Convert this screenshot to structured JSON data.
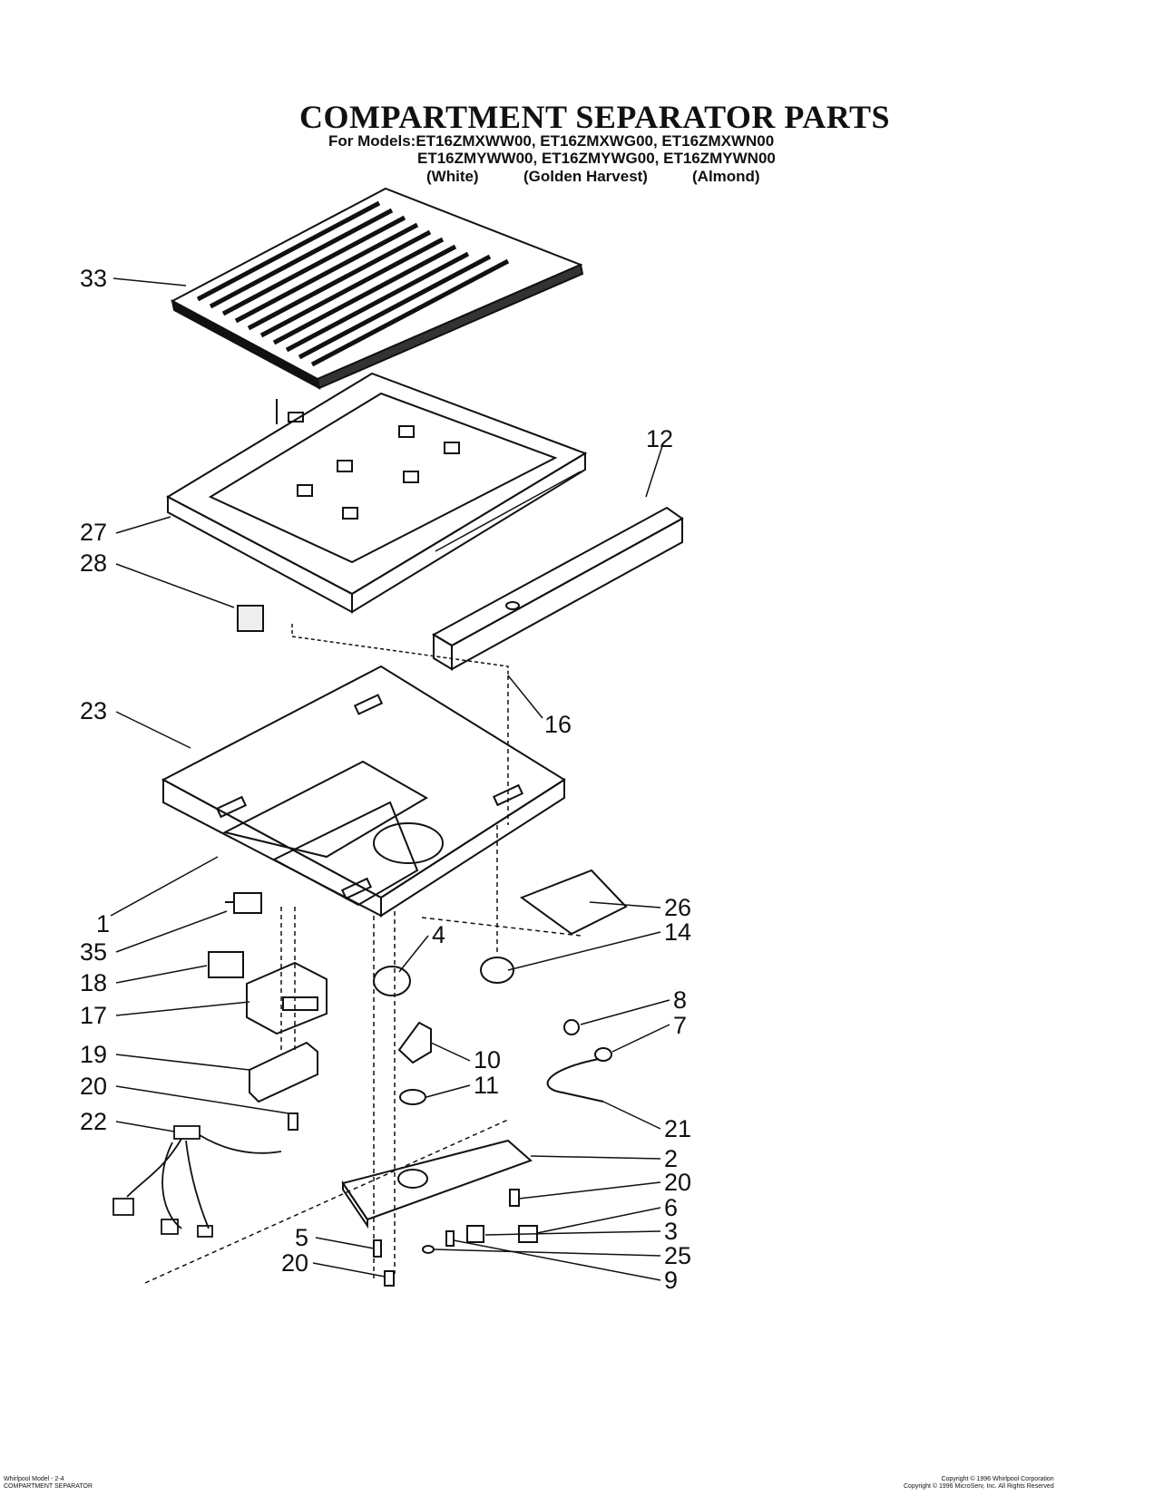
{
  "title": "COMPARTMENT SEPARATOR PARTS",
  "models": {
    "line1": "For Models:ET16ZMXWW00, ET16ZMXWG00, ET16ZMXWN00",
    "line2": "ET16ZMYWW00, ET16ZMYWG00, ET16ZMYWN00",
    "colors": [
      "(White)",
      "(Golden Harvest)",
      "(Almond)"
    ]
  },
  "callouts": [
    "33",
    "12",
    "27",
    "28",
    "16",
    "23",
    "1",
    "26",
    "14",
    "35",
    "4",
    "18",
    "17",
    "8",
    "7",
    "10",
    "11",
    "19",
    "20",
    "21",
    "22",
    "2",
    "20",
    "6",
    "5",
    "3",
    "20",
    "25",
    "9"
  ],
  "footer": {
    "left_line1": "Whirlpool Model - 2-4",
    "left_line2": "COMPARTMENT SEPARATOR",
    "right_line1": "Copyright © 1996 Whirlpool Corporation",
    "right_line2": "Copyright © 1996 MicroServ, Inc. All Rights Reserved"
  }
}
